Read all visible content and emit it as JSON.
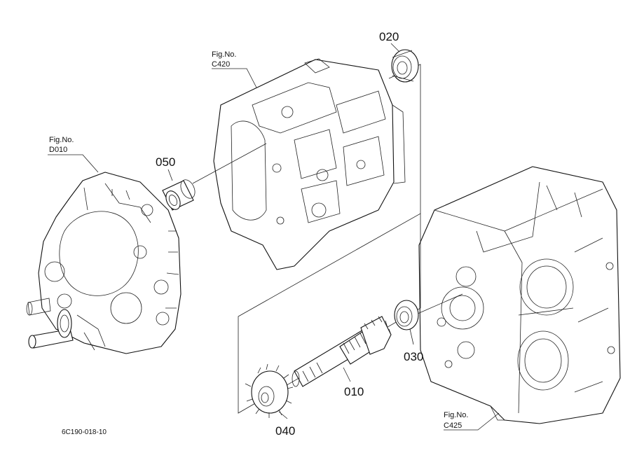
{
  "callouts": {
    "p020": "020",
    "p050": "050",
    "p030": "030",
    "p010": "010",
    "p040": "040"
  },
  "fig_refs": {
    "c420": {
      "line1": "Fig.No.",
      "line2": "C420"
    },
    "d010": {
      "line1": "Fig.No.",
      "line2": "D010"
    },
    "c425": {
      "line1": "Fig.No.",
      "line2": "C425"
    }
  },
  "drawing_code": "6C190-018-10"
}
